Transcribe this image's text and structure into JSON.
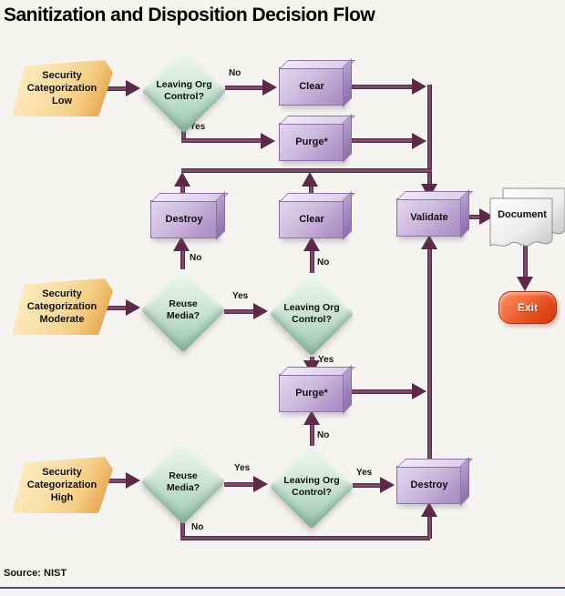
{
  "title": "Sanitization and Disposition Decision Flow",
  "source": "Source: NIST",
  "labels": {
    "yes": "Yes",
    "no": "No"
  },
  "flow": {
    "low": {
      "input": "Security Categorization Low",
      "leaving_org": "Leaving Org Control?",
      "clear": "Clear",
      "purge": "Purge*"
    },
    "moderate": {
      "input": "Security Categorization Moderate",
      "reuse": "Reuse Media?",
      "leaving_org": "Leaving Org Control?",
      "destroy": "Destroy",
      "clear": "Clear",
      "purge": "Purge*"
    },
    "high": {
      "input": "Security Categorization High",
      "reuse": "Reuse Media?",
      "leaving_org": "Leaving Org Control?",
      "destroy": "Destroy"
    },
    "final": {
      "validate": "Validate",
      "document": "Document",
      "exit": "Exit"
    }
  },
  "colors": {
    "connector": "#5c2a48",
    "action_box": "#c3abd6",
    "decision_diamond": "#bcd8c8",
    "input_slab": "#f7d695",
    "exit_button": "#e04515",
    "footer_rule": "#3d4b9e"
  }
}
